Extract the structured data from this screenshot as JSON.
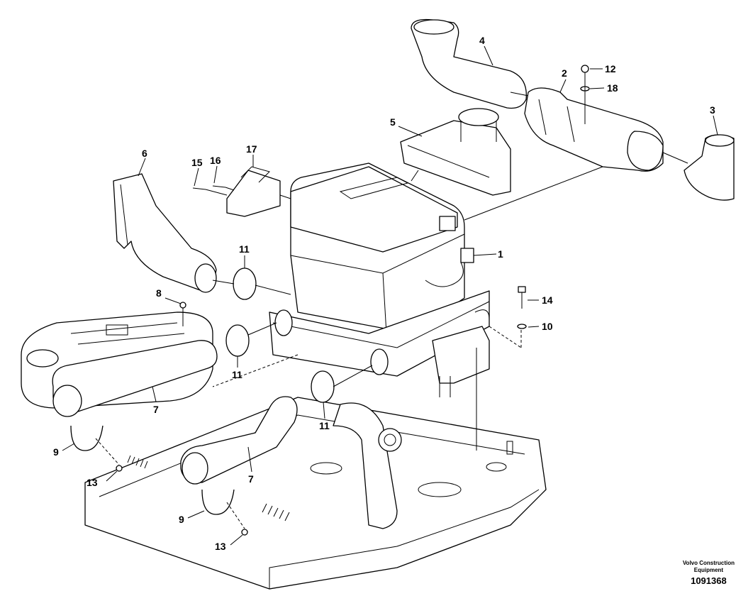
{
  "callouts": [
    "1",
    "2",
    "3",
    "4",
    "5",
    "6",
    "7",
    "8",
    "9",
    "10",
    "11",
    "12",
    "13",
    "14",
    "15",
    "16",
    "17",
    "18"
  ],
  "labels": {
    "l1": "1",
    "l2": "2",
    "l3": "3",
    "l4": "4",
    "l5": "5",
    "l6": "6",
    "l7a": "7",
    "l7b": "7",
    "l8": "8",
    "l9a": "9",
    "l9b": "9",
    "l10": "10",
    "l11a": "11",
    "l11b": "11",
    "l11c": "11",
    "l12": "12",
    "l13a": "13",
    "l13b": "13",
    "l14": "14",
    "l15": "15",
    "l16": "16",
    "l17": "17",
    "l18": "18"
  },
  "footer": {
    "brand_line1": "Volvo Construction",
    "brand_line2": "Equipment",
    "drawing_number": "1091368"
  },
  "colors": {
    "line": "#000000",
    "background": "#ffffff"
  }
}
